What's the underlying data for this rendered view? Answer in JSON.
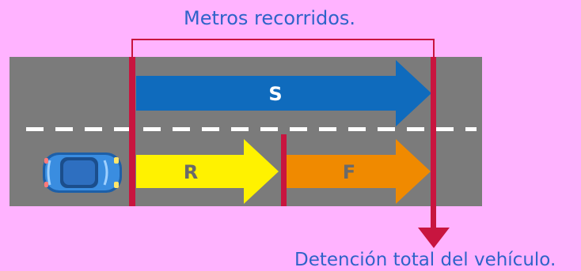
{
  "labels": {
    "top": "Metros recorridos.",
    "bottom": "Detención total del vehículo."
  },
  "arrows": {
    "s": {
      "label": "S",
      "color": "#0f6bbd",
      "text_color": "#ffffff"
    },
    "r": {
      "label": "R",
      "color": "#fff200",
      "text_color": "#6a6a6a"
    },
    "f": {
      "label": "F",
      "color": "#f08a00",
      "text_color": "#6a6a6a"
    }
  },
  "colors": {
    "background": "#ffb3ff",
    "road": "#7b7b7b",
    "marker": "#c8153f",
    "lane": "#ffffff",
    "car": "#2f7fd6",
    "label": "#2f63c9"
  },
  "icons": {
    "car": "car-top-view-icon"
  }
}
